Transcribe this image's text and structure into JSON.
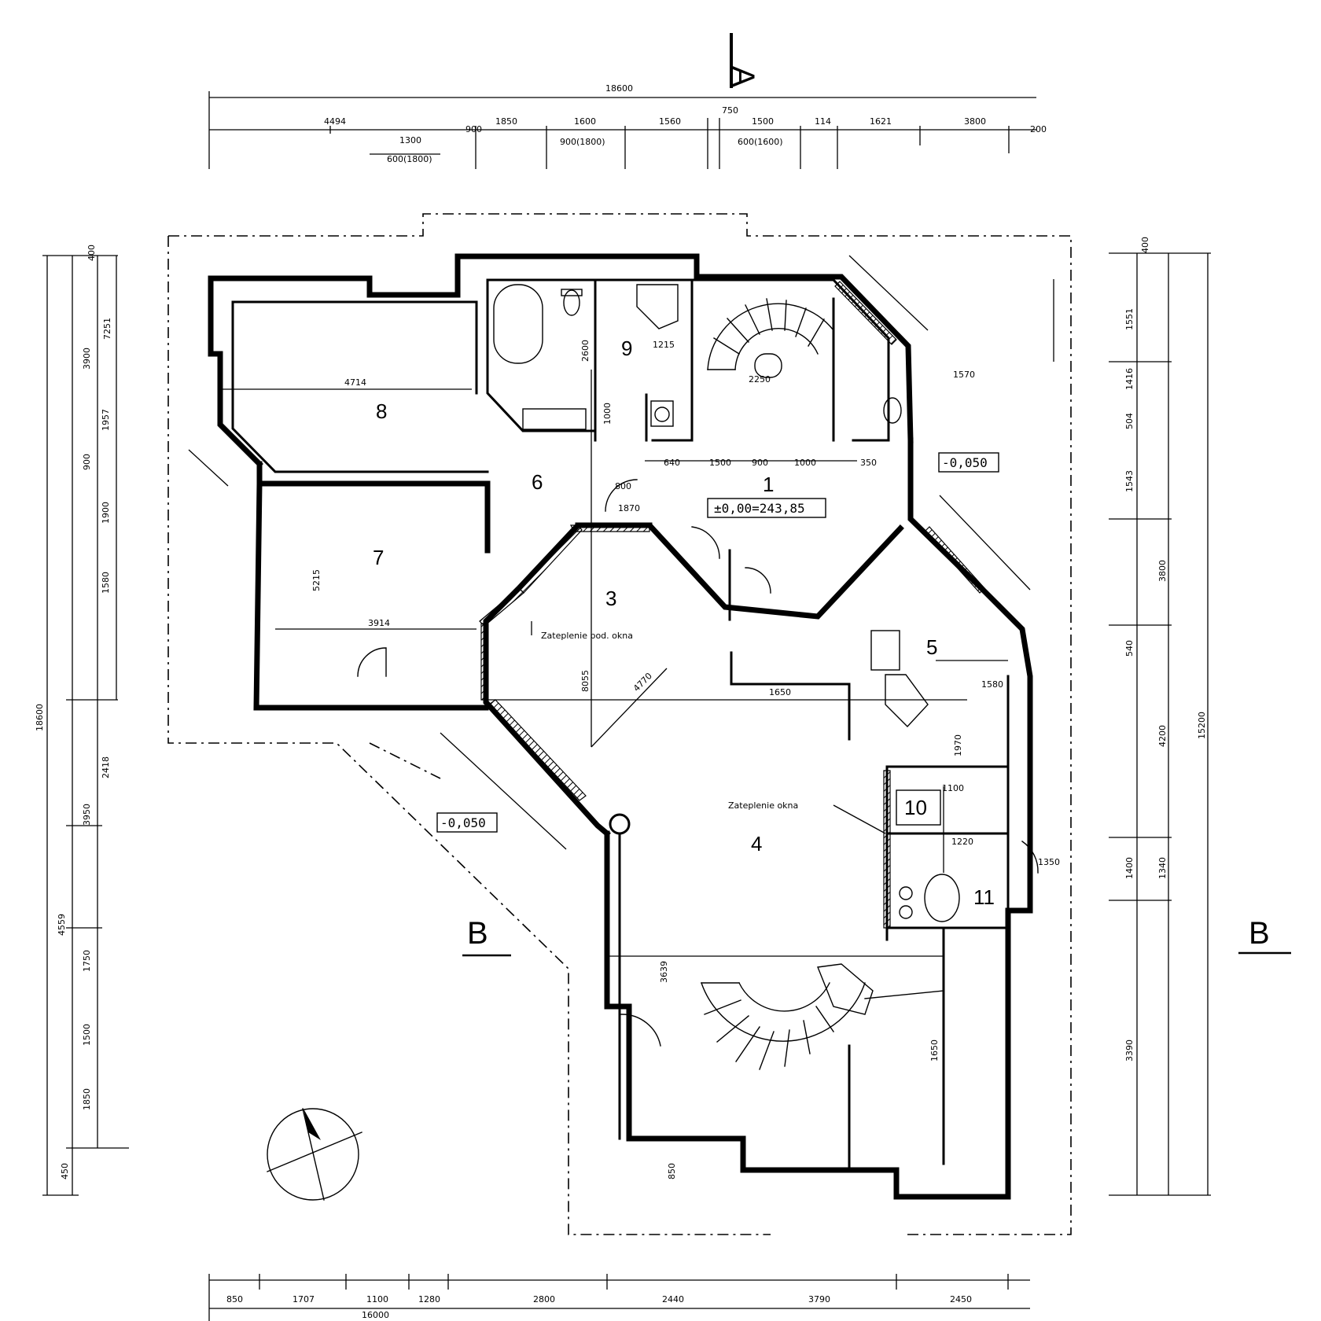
{
  "section_markers": {
    "a": "A",
    "b": "B",
    "b_left": "B"
  },
  "rooms": {
    "r1": "1",
    "r3": "3",
    "r4": "4",
    "r5": "5",
    "r6": "6",
    "r7": "7",
    "r8": "8",
    "r9": "9",
    "r10": "10",
    "r11": "11"
  },
  "levels": {
    "center": "±0,00=243,85",
    "right": "-0,050",
    "left": "-0,050"
  },
  "notes": {
    "note_room3": "Zateplenie pod. okna",
    "note_room4": "Zateplenie okna"
  },
  "top_dims": {
    "overall": "18600",
    "segments": [
      "4494",
      "1850",
      "1600",
      "1560",
      "750",
      "1500",
      "114",
      "1621",
      "3800",
      "200"
    ],
    "openings": [
      "1300",
      "900",
      "600(1800)",
      "900(1800)",
      "600(1600)"
    ]
  },
  "bottom_dims": {
    "segments": [
      "850",
      "1707",
      "1100",
      "1280",
      "2800",
      "2440",
      "3790",
      "2450"
    ],
    "subtotal": "16000"
  },
  "left_dims": {
    "overall": "18600",
    "segments": [
      "400",
      "7251",
      "3900",
      "1957",
      "900",
      "1900",
      "1580",
      "2418",
      "3950",
      "4559",
      "1750",
      "1500",
      "1850",
      "450"
    ]
  },
  "right_dims": {
    "overall": "15200",
    "segments": [
      "400",
      "1551",
      "1416",
      "504",
      "1543",
      "3800",
      "540",
      "1400",
      "1340",
      "3390",
      "4200"
    ]
  },
  "inner_dims": {
    "room8_w": "4714",
    "room7_w": "3914",
    "room7_h": "5215",
    "room1_w": [
      "640",
      "1500",
      "900",
      "1000",
      "350"
    ],
    "room3_diag": "4770",
    "room3_v": "8055",
    "room4_h": "3639",
    "corridor": "1650",
    "r9_a": "1215",
    "r9_b": "2600",
    "r9_c": "1000",
    "door_a": "1870",
    "door_b": "800",
    "stair_a": "2250",
    "stair_b": "1570",
    "r5_a": "1580",
    "r5_b": "1970",
    "r11_a": "1350",
    "r11_b": "1220",
    "r10_a": "1100",
    "r4_a": "850",
    "r4_b": "1650"
  }
}
